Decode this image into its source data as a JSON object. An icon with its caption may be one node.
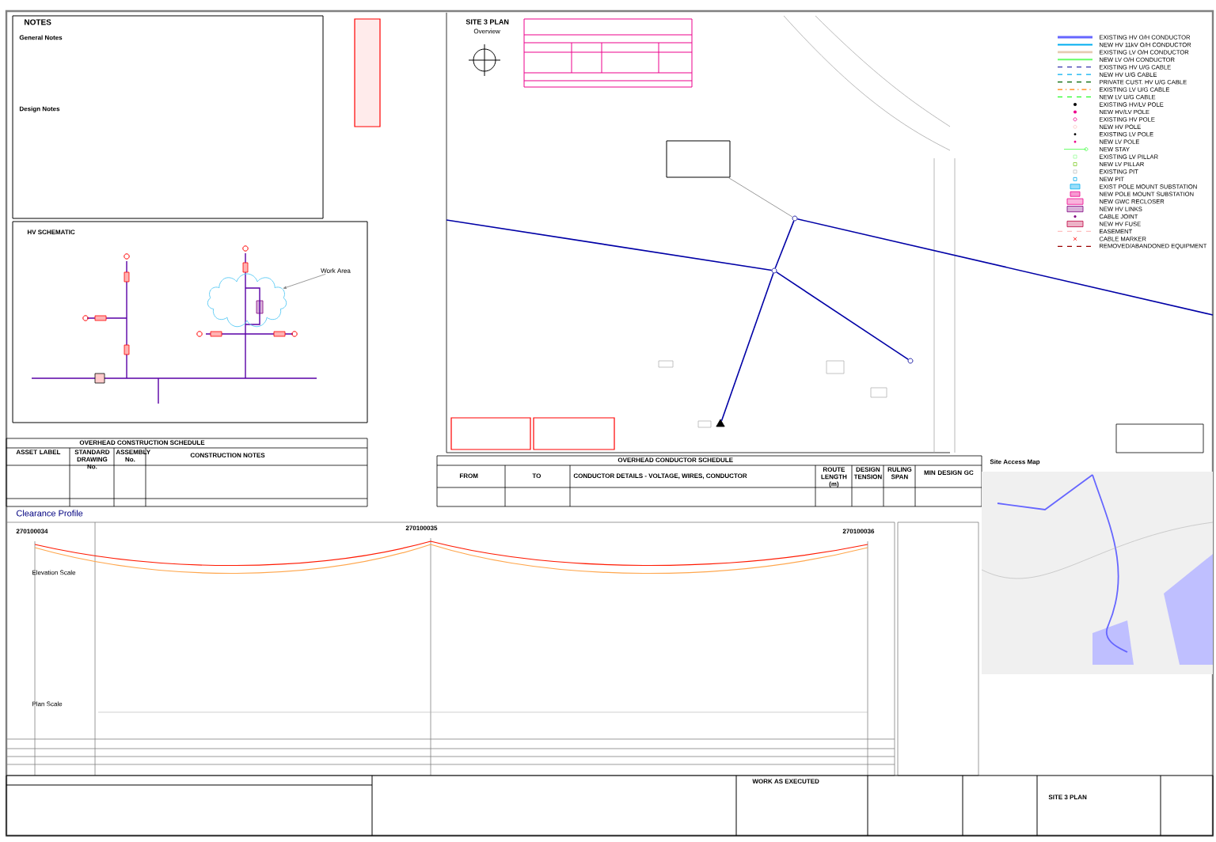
{
  "diagram": {
    "nodes": [
      {
        "text": [],
        "shape": "circle"
      },
      {
        "text": [],
        "shape": "circle"
      },
      {
        "text": [],
        "shape": "circle"
      },
      {
        "text": [],
        "shape": "triangle"
      },
      {
        "text": [],
        "shape": "box"
      },
      {
        "text": [
          "Work Area"
        ]
      },
      {
        "text": [],
        "shape": "cloud"
      }
    ],
    "edges": [
      {
        "from": null,
        "to": 0,
        "arrow": "none"
      },
      {
        "from": 0,
        "to": 1,
        "arrow": "none"
      },
      {
        "from": 1,
        "to": null,
        "arrow": "none"
      },
      {
        "from": 0,
        "to": 2,
        "arrow": "none"
      },
      {
        "from": 0,
        "to": 3,
        "arrow": "none"
      },
      {
        "from": 4,
        "to": 1,
        "arrow": "none",
        "color": "#808080"
      },
      {
        "from": 5,
        "to": 6,
        "arrow": "to",
        "color": "#808080"
      }
    ],
    "labels": [
      "NOTES",
      "General Notes",
      "Design Notes",
      "HV SCHEMATIC",
      "SITE 3 PLAN",
      "Overview",
      "OVERHEAD CONSTRUCTION SCHEDULE",
      "ASSET LABEL",
      "STANDARD DRAWING No.",
      "ASSEMBLY No.",
      "CONSTRUCTION NOTES",
      "OVERHEAD CONDUCTOR SCHEDULE",
      "FROM",
      "TO",
      "CONDUCTOR DETAILS - VOLTAGE, WIRES, CONDUCTOR",
      "ROUTE LENGTH (m)",
      "DESIGN TENSION",
      "RULING SPAN",
      "MIN DESIGN GC",
      "Clearance Profile",
      "270100034",
      "270100035",
      "270100036",
      "Elevation Scale",
      "Plan Scale",
      "Site Access Map",
      "WORK AS EXECUTED",
      "SITE 3 PLAN"
    ],
    "legend": [
      {
        "text": "EXISTING HV O/H CONDUCTOR"
      },
      {
        "text": "NEW HV 11kV O/H CONDUCTOR"
      },
      {
        "text": "EXISTING LV O/H CONDUCTOR"
      },
      {
        "text": "NEW LV O/H CONDUCTOR"
      },
      {
        "text": "EXISTING HV U/G CABLE"
      },
      {
        "text": "NEW HV U/G CABLE"
      },
      {
        "text": "PRIVATE CUST. HV U/G CABLE"
      },
      {
        "text": "EXISTING LV U/G CABLE"
      },
      {
        "text": "NEW LV U/G CABLE"
      },
      {
        "text": "EXISTING HV/LV POLE"
      },
      {
        "text": "NEW HV/LV POLE"
      },
      {
        "text": "EXISTING HV POLE"
      },
      {
        "text": "NEW HV POLE"
      },
      {
        "text": "EXISTING LV POLE"
      },
      {
        "text": "NEW LV POLE"
      },
      {
        "text": "NEW STAY"
      },
      {
        "text": "EXISTING LV PILLAR"
      },
      {
        "text": "NEW LV PILLAR"
      },
      {
        "text": "EXISTING PIT"
      },
      {
        "text": "NEW PIT"
      },
      {
        "text": "EXIST POLE MOUNT SUBSTATION"
      },
      {
        "text": "NEW POLE MOUNT SUBSTATION"
      },
      {
        "text": "NEW GWC RECLOSER"
      },
      {
        "text": "NEW HV LINKS"
      },
      {
        "text": "CABLE JOINT"
      },
      {
        "text": "NEW HV FUSE"
      },
      {
        "text": "EASEMENT"
      },
      {
        "text": "CABLE MARKER"
      },
      {
        "text": "REMOVED/ABANDONED EQUIPMENT"
      }
    ]
  }
}
